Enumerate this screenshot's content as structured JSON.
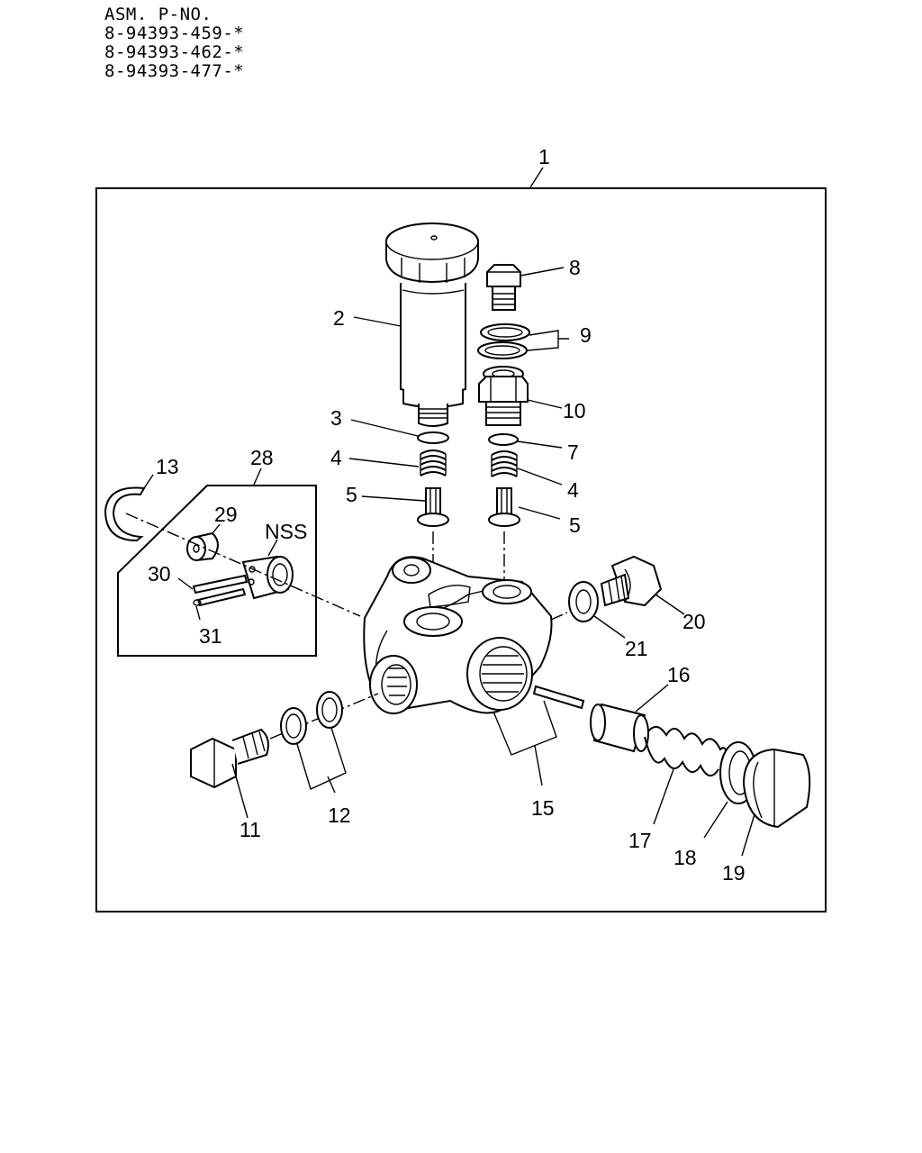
{
  "header": {
    "title": "ASM. P-NO.",
    "part_numbers": [
      "8-94393-459-*",
      "8-94393-462-*",
      "8-94393-477-*"
    ]
  },
  "diagram": {
    "nss_label": "NSS",
    "callouts": {
      "c1": "1",
      "c2": "2",
      "c3": "3",
      "c4a": "4",
      "c4b": "4",
      "c5a": "5",
      "c5b": "5",
      "c7": "7",
      "c8": "8",
      "c9": "9",
      "c10": "10",
      "c11": "11",
      "c12": "12",
      "c13": "13",
      "c15": "15",
      "c16": "16",
      "c17": "17",
      "c18": "18",
      "c19": "19",
      "c20": "20",
      "c21": "21",
      "c28": "28",
      "c29": "29",
      "c30": "30",
      "c31": "31"
    }
  }
}
